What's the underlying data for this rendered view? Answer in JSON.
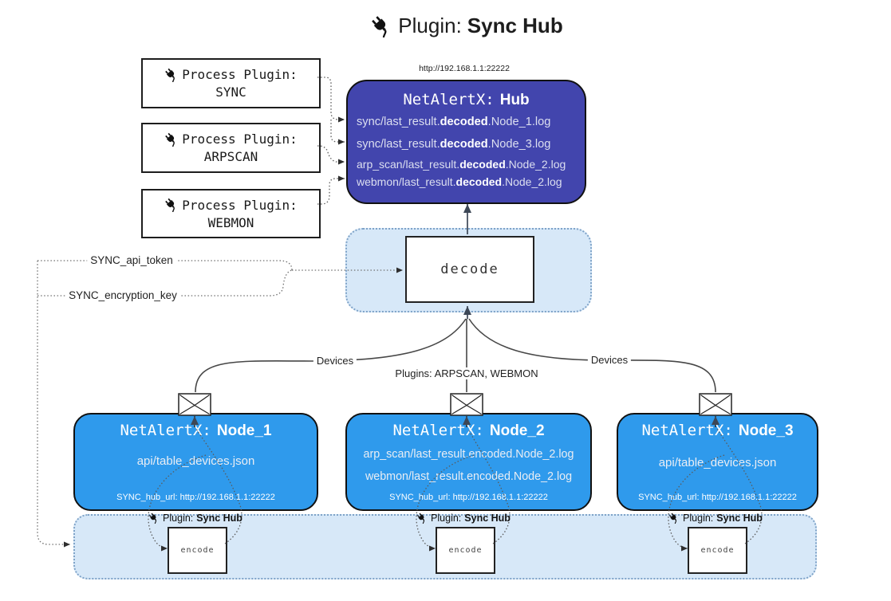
{
  "title": {
    "icon": "plug-icon",
    "prefix": "Plugin:",
    "name": "Sync Hub"
  },
  "hub": {
    "url": "http://192.168.1.1:22222",
    "title_prefix": "NetAlertX:",
    "title_name": "Hub",
    "lines": [
      {
        "pre": "sync/last_result.",
        "bold": "decoded",
        "post": ".Node_1.log"
      },
      {
        "pre": "sync/last_result.",
        "bold": "decoded",
        "post": ".Node_3.log"
      },
      {
        "pre": "arp_scan/last_result.",
        "bold": "decoded",
        "post": ".Node_2.log"
      },
      {
        "pre": "webmon/last_result.",
        "bold": "decoded",
        "post": ".Node_2.log"
      }
    ]
  },
  "process_plugins": [
    {
      "label": "Process Plugin:",
      "name": "SYNC"
    },
    {
      "label": "Process Plugin:",
      "name": "ARPSCAN"
    },
    {
      "label": "Process Plugin:",
      "name": "WEBMON"
    }
  ],
  "decode": {
    "label": "decode"
  },
  "settings": {
    "api_token": "SYNC_api_token",
    "encryption_key": "SYNC_encryption_key"
  },
  "edges": {
    "devices_left": "Devices",
    "devices_right": "Devices",
    "plugins_center": "Plugins: ARPSCAN, WEBMON"
  },
  "nodes": [
    {
      "title_prefix": "NetAlertX:",
      "title_name": "Node_1",
      "lines": [
        "api/table_devices.json"
      ],
      "hub_url": "SYNC_hub_url: http://192.168.1.1:22222"
    },
    {
      "title_prefix": "NetAlertX:",
      "title_name": "Node_2",
      "lines": [
        "arp_scan/last_result.encoded.Node_2.log",
        "webmon/last_result.encoded.Node_2.log"
      ],
      "hub_url": "SYNC_hub_url: http://192.168.1.1:22222"
    },
    {
      "title_prefix": "NetAlertX:",
      "title_name": "Node_3",
      "lines": [
        "api/table_devices.json"
      ],
      "hub_url": "SYNC_hub_url: http://192.168.1.1:22222"
    }
  ],
  "encode": {
    "caption_prefix": "Plugin:",
    "caption_name": "Sync Hub",
    "label": "encode"
  },
  "colors": {
    "hub_fill": "#4245ad",
    "node_fill": "#2f9aec",
    "container_fill": "#d7e8f8",
    "container_border": "#7fa3c8",
    "line": "#474747"
  }
}
